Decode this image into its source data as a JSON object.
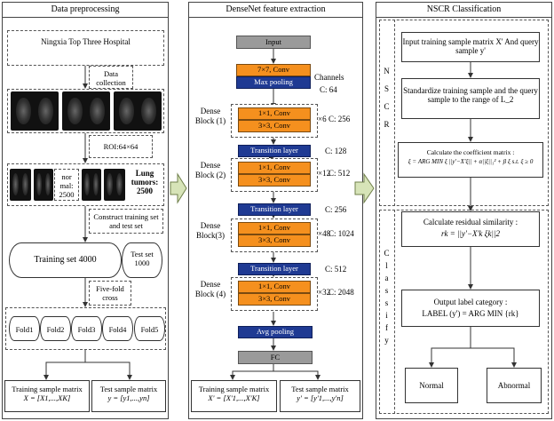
{
  "preprocessing": {
    "title": "Data preprocessing",
    "hospital": "Ningxia Top Three Hospital",
    "data_collection": "Data collection",
    "roi": "ROI:64×64",
    "normal_label": "nor mal: 2500",
    "tumor_label": "Lung tumors: 2500",
    "construct": "Construct training set and test set",
    "training_set": "Training set 4000",
    "test_set": "Test set 1000",
    "five_fold": "Five-fold cross",
    "folds": [
      "Fold1",
      "Fold2",
      "Fold3",
      "Fold4",
      "Fold5"
    ],
    "train_matrix_label": "Training sample matrix",
    "train_matrix_eq": "X = [X1,...,XK]",
    "test_matrix_label": "Test sample matrix",
    "test_matrix_eq": "y = [y1,...,yn]"
  },
  "densenet": {
    "title": "DenseNet feature extraction",
    "input": "Input",
    "conv7": "7×7, Conv",
    "maxpool": "Max pooling",
    "channels": "Channels",
    "c64": "C: 64",
    "blocks": [
      {
        "label": "Dense Block (1)",
        "mult": "×6",
        "channels": "C: 256"
      },
      {
        "label": "Dense Block (2)",
        "mult": "×12",
        "channels": "C: 512"
      },
      {
        "label": "Dense Block(3)",
        "mult": "×48",
        "channels": "C: 1024"
      },
      {
        "label": "Dense Block (4)",
        "mult": "×32",
        "channels": "C: 2048"
      }
    ],
    "conv1": "1×1, Conv",
    "conv3": "3×3, Conv",
    "transition": "Transition layer",
    "trans_channels": [
      "C: 128",
      "C: 256",
      "C: 512"
    ],
    "avgpool": "Avg pooling",
    "fc": "FC",
    "train_matrix_label": "Training sample matrix",
    "train_matrix_eq": "X' = [X'1,...,X'K]",
    "test_matrix_label": "Test sample matrix",
    "test_matrix_eq": "y' = [y'1,...,y'n]"
  },
  "nscr": {
    "title": "NSCR Classification",
    "side_top": [
      "N",
      "S",
      "C",
      "R"
    ],
    "side_bottom": [
      "C",
      "l",
      "a",
      "s",
      "s",
      "i",
      "f",
      "y"
    ],
    "step1": "Input training sample matrix X' And query sample y'",
    "step2": "Standardize training sample and the query sample to the range of L_2",
    "step3_title": "Calculate the coefficient matrix :",
    "step3_eq": "ξ = ARG MIN ξ ||y'−X'ξ|| + α||ξ||₁² + β ξ s.t. ξ ≥ 0",
    "step4_title": "Calculate residual similarity :",
    "step4_eq": "rk = ||y'−X'k ξk||2",
    "step5_title": "Output label category :",
    "step5_eq": "LABEL (y') = ARG MIN {rk}",
    "normal": "Normal",
    "abnormal": "Abnormal"
  }
}
